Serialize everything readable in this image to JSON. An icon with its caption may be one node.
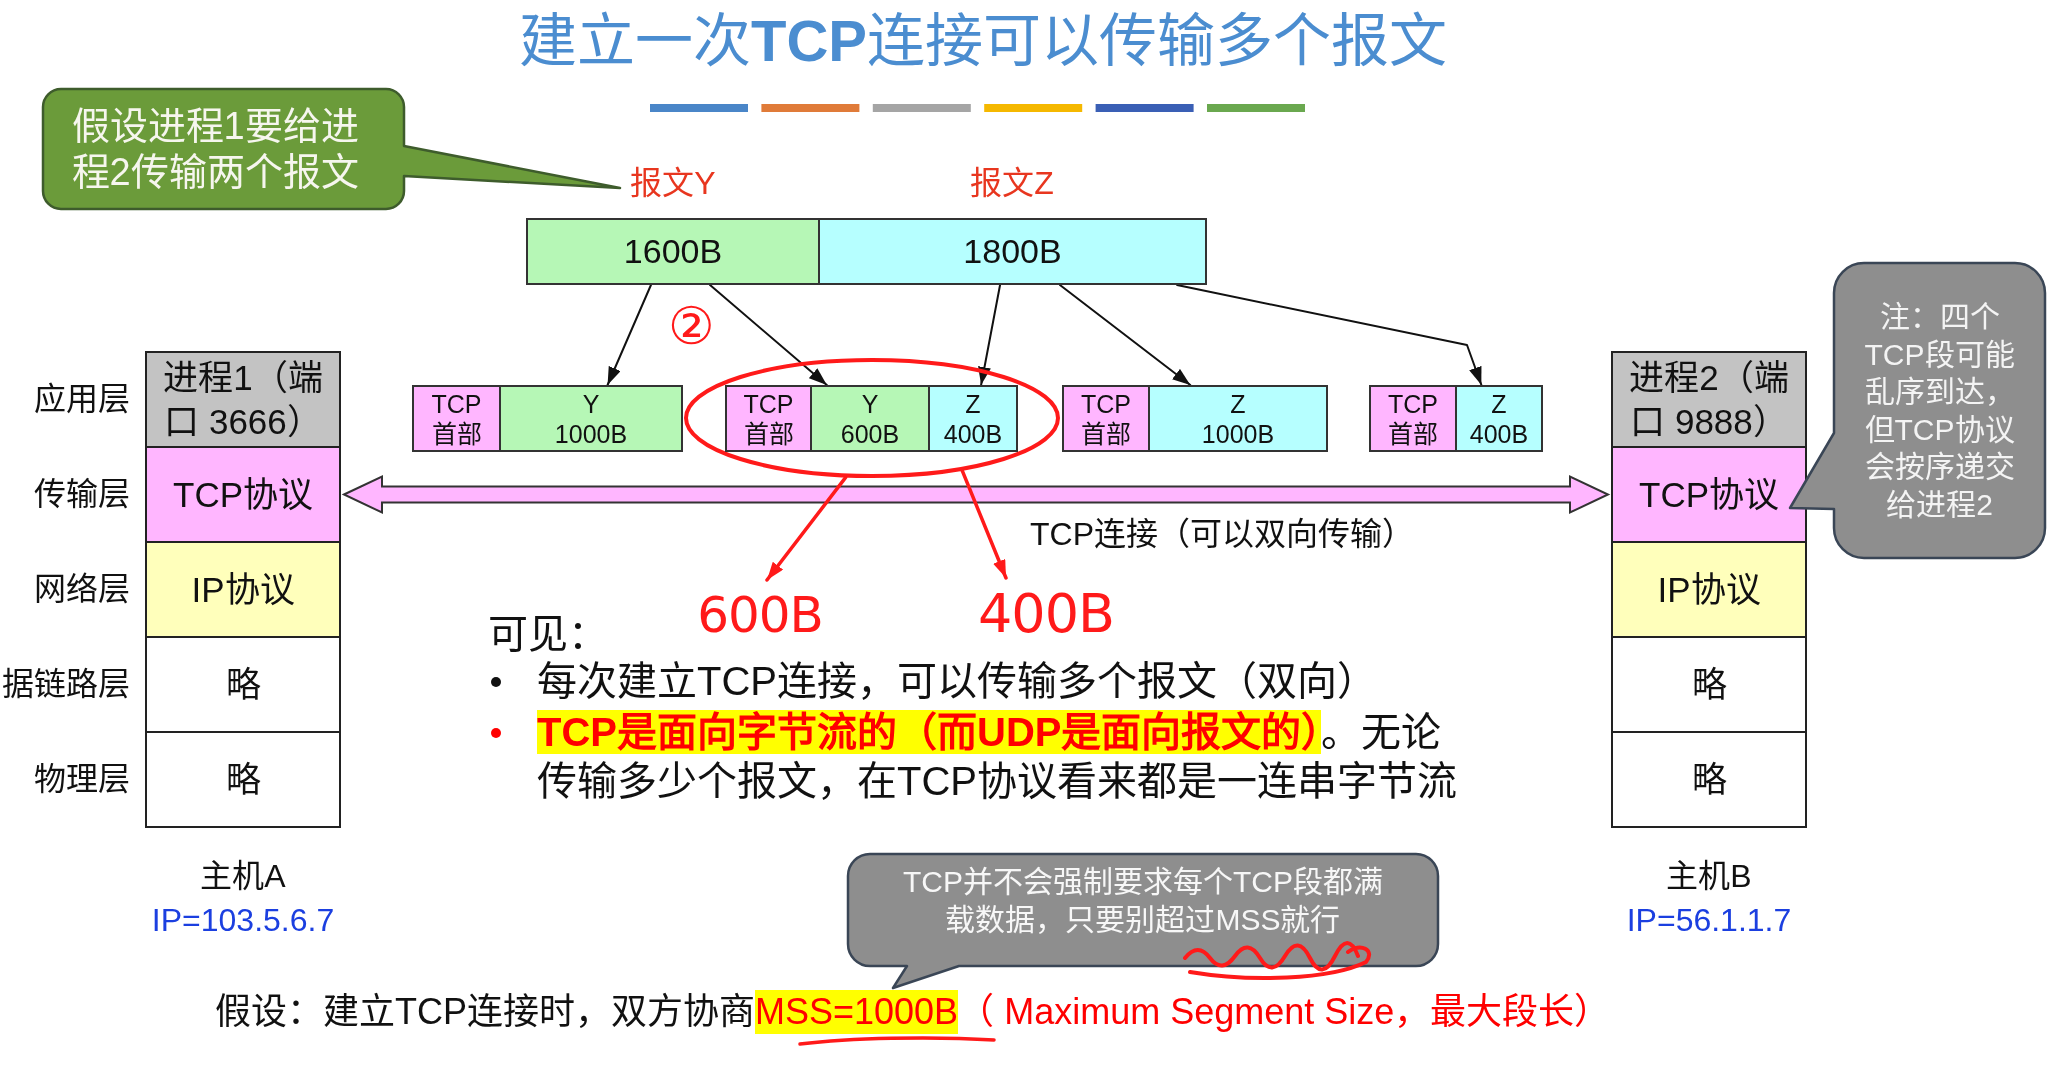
{
  "diagram": {
    "title": "建立一次**TCP**连接可以传输多个报文",
    "nodes": [
      {
        "text": [
          "假设进程1要给进程2传输两个报文"
        ]
      },
      {
        "text": [
          "1600B"
        ],
        "beside": [
          "报文Y"
        ]
      },
      {
        "text": [
          "1800B"
        ],
        "beside": [
          "报文Z"
        ]
      },
      {
        "text": [
          "TCP首部"
        ]
      },
      {
        "text": [
          "Y",
          "1000B"
        ]
      },
      {
        "text": [],
        "shape": "ellipse"
      },
      {
        "text": [
          "TCP首部"
        ],
        "in": 5
      },
      {
        "text": [
          "Y",
          "600B"
        ],
        "in": 5
      },
      {
        "text": [
          "Z",
          "400B"
        ],
        "in": 5
      },
      {
        "text": [
          "TCP首部"
        ]
      },
      {
        "text": [
          "Z",
          "1000B"
        ]
      },
      {
        "text": [
          "TCP首部"
        ]
      },
      {
        "text": [
          "Z",
          "400B"
        ]
      },
      {
        "text": [
          "进程1（端口 3666）"
        ]
      },
      {
        "text": [
          "TCP协议"
        ]
      },
      {
        "text": [
          "IP协议"
        ]
      },
      {
        "text": [
          "略"
        ]
      },
      {
        "text": [
          "略"
        ]
      },
      {
        "text": [
          "进程2（端口 9888）"
        ]
      },
      {
        "text": [
          "TCP协议"
        ]
      },
      {
        "text": [
          "IP协议"
        ]
      },
      {
        "text": [
          "略"
        ]
      },
      {
        "text": [
          "略"
        ]
      },
      {
        "text": [
          "注：四个TCP段可能乱序到达，但TCP协议会按序递交给进程2"
        ]
      },
      {
        "text": [
          "600B"
        ]
      },
      {
        "text": [
          "400B"
        ]
      },
      {
        "text": [
          "TCP并不会强制要求每个TCP段都满载数据，只要别超过MSS就行"
        ]
      }
    ],
    "edges": [
      {
        "from": 1,
        "to": 4,
        "arrow": "to"
      },
      {
        "from": 1,
        "to": 7,
        "arrow": "to"
      },
      {
        "from": 2,
        "to": 8,
        "arrow": "to"
      },
      {
        "from": 2,
        "to": 10,
        "arrow": "to"
      },
      {
        "from": 2,
        "to": 12,
        "arrow": "to"
      },
      {
        "from": 14,
        "to": 19,
        "arrow": "both",
        "label": "TCP连接（可以双向传输）",
        "style": "thick",
        "color": "#ffb6ff"
      },
      {
        "from": 5,
        "to": 24,
        "arrow": "to",
        "color": "#ff1a1a"
      },
      {
        "from": 5,
        "to": 25,
        "arrow": "to",
        "color": "#ff1a1a"
      }
    ],
    "labels": [
      "②",
      "应用层",
      "传输层",
      "网络层",
      "据链路层",
      "物理层",
      "可见：",
      "每次建立TCP连接，可以传输多个报文（双向）",
      "**TCP是面向字节流的（而UDP是面向报文的）**。无论传输多少个报文，在TCP协议看来都是一连串字节流",
      "主机A",
      "IP=103.5.6.7",
      "主机B",
      "IP=56.1.1.7",
      "假设：建立TCP连接时，双方协商",
      "MSS=1000B",
      "（ Maximum Segment Size，最大段长）"
    ]
  }
}
